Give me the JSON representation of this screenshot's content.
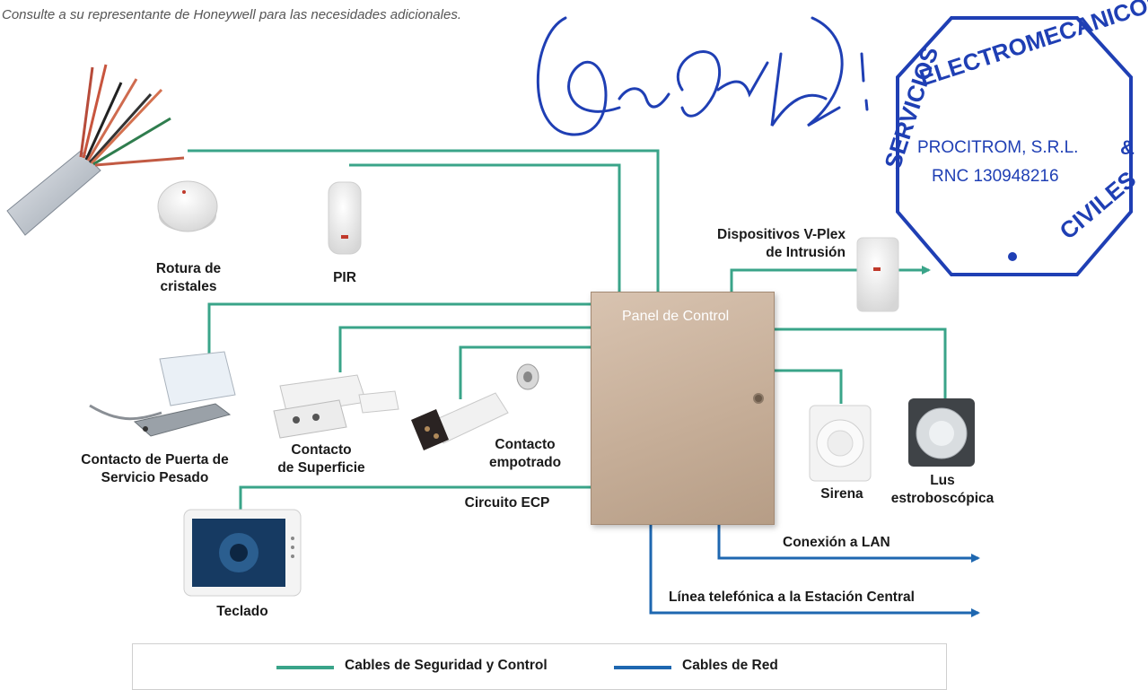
{
  "note": "Consulte a su representante de Honeywell para las necesidades adicionales.",
  "colors": {
    "security_cable": "#3aa489",
    "network_cable": "#1e67b0",
    "stamp": "#1f3fb4",
    "panel": "#c9b19b"
  },
  "panel": {
    "title": "Panel de Control"
  },
  "devices": {
    "glass_break": "Rotura de cristales",
    "pir": "PIR",
    "vplex_line1": "Dispositivos V-Plex",
    "vplex_line2": "de Intrusión",
    "heavy_door_line1": "Contacto de Puerta de",
    "heavy_door_line2": "Servicio Pesado",
    "surface_line1": "Contacto",
    "surface_line2": "de Superficie",
    "recessed_line1": "Contacto",
    "recessed_line2": "empotrado",
    "siren": "Sirena",
    "strobe_line1": "Lus",
    "strobe_line2": "estroboscópica",
    "keypad": "Teclado"
  },
  "connections": {
    "ecp": "Circuito ECP",
    "lan": "Conexión a LAN",
    "phone": "Línea telefónica a la Estación Central"
  },
  "legend": {
    "security": "Cables de Seguridad y Control",
    "network": "Cables de Red"
  },
  "stamp": {
    "outer_text": "SERVICIOS ELECTROMECANICOS & CIVILES",
    "company": "PROCITROM, S.R.L.",
    "rnc": "RNC 130948216"
  }
}
